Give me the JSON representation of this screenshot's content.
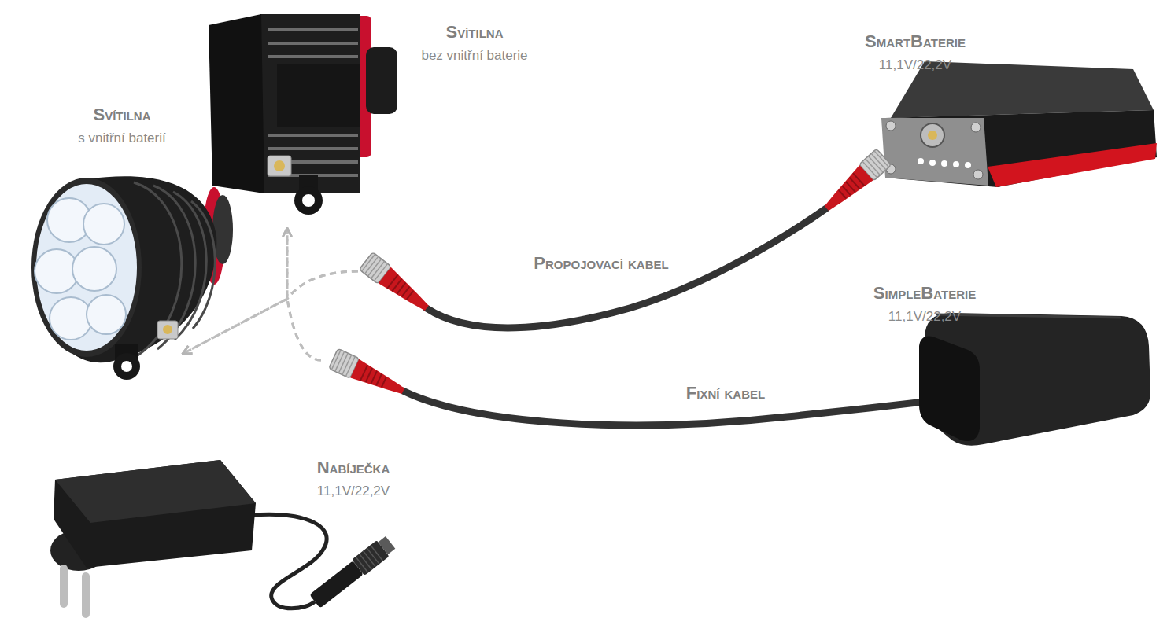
{
  "diagram": {
    "nodes": [
      {
        "text": [
          "Svítilna",
          "bez vnitřní baterie"
        ]
      },
      {
        "text": [
          "SmartBaterie",
          "11,1V/22,2V"
        ]
      },
      {
        "text": [
          "Svítilna",
          "s vnitřní baterií"
        ]
      },
      {
        "text": [
          "Propojovací kabel"
        ]
      },
      {
        "text": [
          "SimpleBaterie",
          "11,1V/22,2V"
        ]
      },
      {
        "text": [
          "Fixní kabel"
        ]
      },
      {
        "text": [
          "Nabíječka",
          "11,1V/22,2V"
        ]
      }
    ],
    "edges": [
      {
        "from": 3,
        "to": 0,
        "arrow": "to"
      },
      {
        "from": 3,
        "to": 2,
        "arrow": "to"
      },
      {
        "from": 5,
        "to": 0,
        "arrow": "to"
      },
      {
        "from": 5,
        "to": 2,
        "arrow": "to"
      }
    ]
  }
}
